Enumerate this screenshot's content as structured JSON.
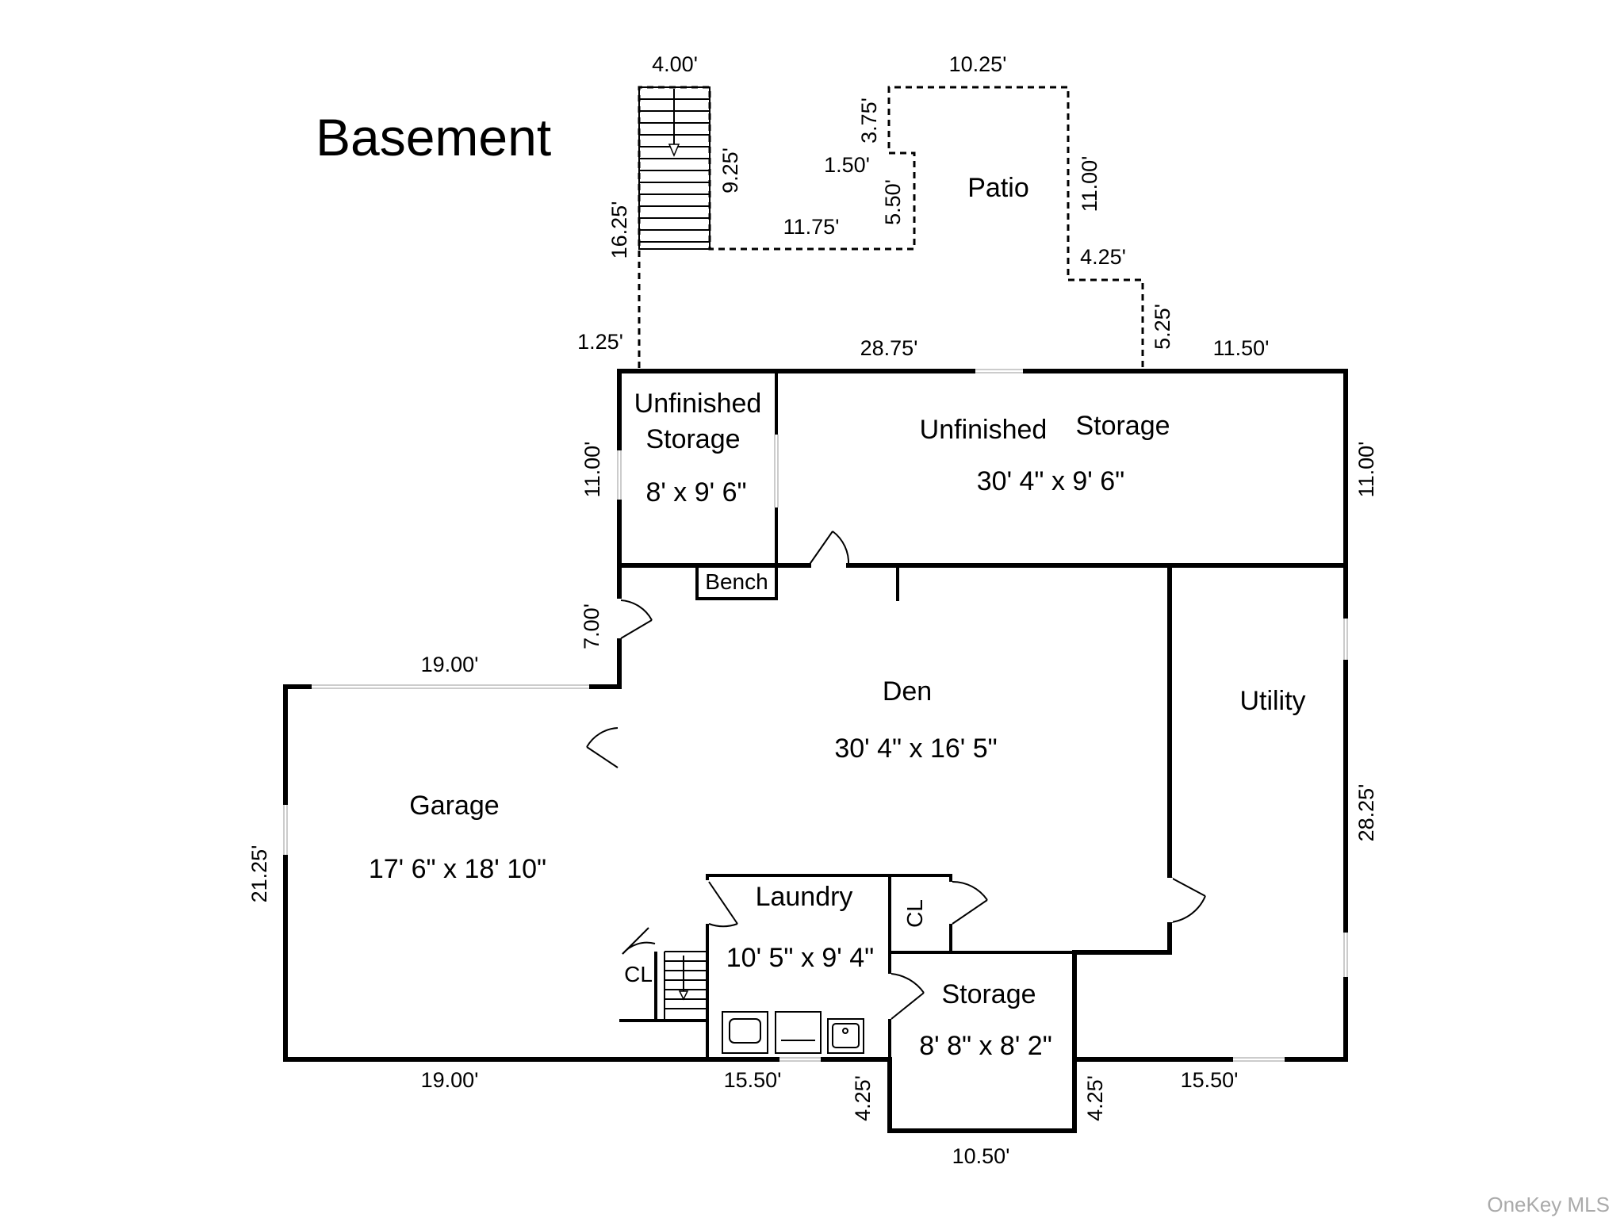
{
  "title": "Basement",
  "rooms": {
    "unfinished_storage_small": {
      "name_line1": "Unfinished",
      "name_line2": "Storage",
      "size": "8' x 9' 6\""
    },
    "unfinished_storage_large": {
      "name_word1": "Unfinished",
      "name_word2": "Storage",
      "size": "30' 4\" x 9' 6\""
    },
    "den": {
      "name": "Den",
      "size": "30' 4\" x 16' 5\""
    },
    "utility": {
      "name": "Utility"
    },
    "garage": {
      "name": "Garage",
      "size": "17' 6\" x 18' 10\""
    },
    "laundry": {
      "name": "Laundry",
      "size": "10' 5\" x 9' 4\""
    },
    "storage": {
      "name": "Storage",
      "size": "8' 8\" x 8' 2\""
    },
    "patio": {
      "name": "Patio"
    },
    "bench": {
      "name": "Bench"
    },
    "closet_laundry": {
      "name": "CL"
    },
    "closet_stairs": {
      "name": "CL"
    }
  },
  "dimensions": {
    "stair_width": "4.00'",
    "stair_length": "9.25'",
    "patio_top": "10.25'",
    "patio_notch_height": "3.75'",
    "patio_notch_width": "1.50'",
    "patio_step_height": "5.50'",
    "patio_bottom_left": "11.75'",
    "patio_right": "11.00'",
    "patio_step_width": "4.25'",
    "patio_step_right": "5.25'",
    "patio_left": "16.25'",
    "offset_left": "1.25'",
    "top_middle": "28.75'",
    "top_right": "11.50'",
    "left_storage": "11.00'",
    "right_storage": "11.00'",
    "left_den": "7.00'",
    "garage_top": "19.00'",
    "garage_left": "21.25'",
    "right_utility": "28.25'",
    "garage_bottom": "19.00'",
    "bottom_middle": "15.50'",
    "storage_left": "4.25'",
    "storage_right": "4.25'",
    "storage_bottom": "10.50'",
    "bottom_right": "15.50'"
  },
  "watermark": "OneKey MLS"
}
